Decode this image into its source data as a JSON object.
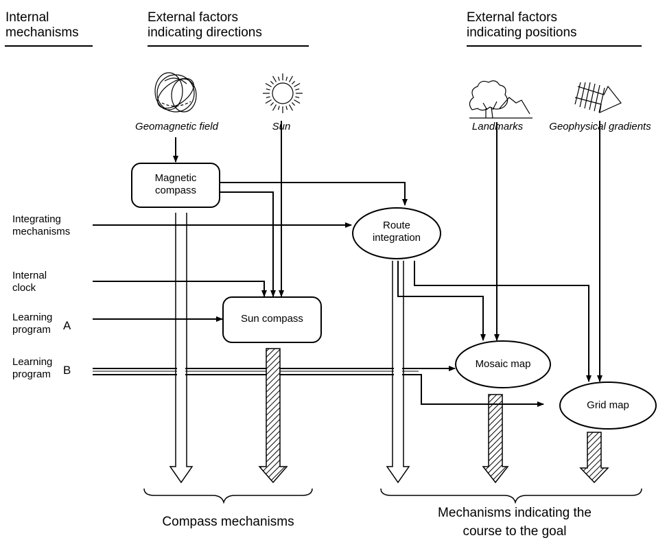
{
  "headers": {
    "internal": [
      "Internal",
      "mechanisms"
    ],
    "ext_directions": [
      "External factors",
      "indicating directions"
    ],
    "ext_positions": [
      "External factors",
      "indicating positions"
    ]
  },
  "external_factors": {
    "geomagnetic": "Geomagnetic field",
    "sun": "Sun",
    "landmarks": "Landmarks",
    "geophysical": "Geophysical gradients"
  },
  "internal_inputs": {
    "integrating": [
      "Integrating",
      "mechanisms"
    ],
    "clock": [
      "Internal",
      "clock"
    ],
    "learning_a": [
      "Learning",
      "program"
    ],
    "learning_a_letter": "A",
    "learning_b": [
      "Learning",
      "program"
    ],
    "learning_b_letter": "B"
  },
  "nodes": {
    "magnetic_compass": [
      "Magnetic",
      "compass"
    ],
    "sun_compass": "Sun compass",
    "route_integration": [
      "Route",
      "integration"
    ],
    "mosaic_map": "Mosaic map",
    "grid_map": "Grid map"
  },
  "groups": {
    "compass": "Compass mechanisms",
    "course": [
      "Mechanisms indicating the",
      "course to the goal"
    ]
  },
  "icons": [
    "geomagnetic-field-icon",
    "sun-icon",
    "landmarks-icon",
    "geophysical-gradients-icon"
  ]
}
